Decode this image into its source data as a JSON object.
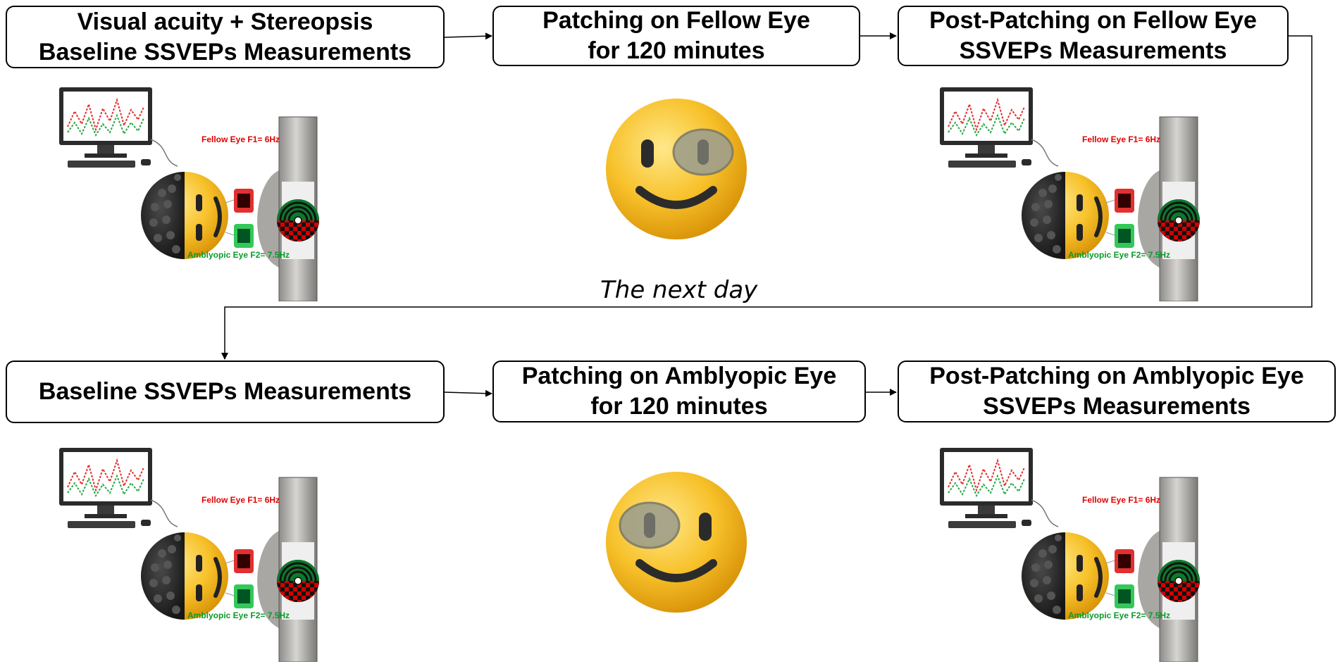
{
  "steps": {
    "s1": {
      "line1": "Visual acuity + Stereopsis",
      "line2": "Baseline SSVEPs Measurements"
    },
    "s2": {
      "line1": "Patching on Fellow Eye",
      "line2": "for 120 minutes"
    },
    "s3": {
      "line1": "Post-Patching on Fellow Eye",
      "line2": "SSVEPs Measurements"
    },
    "s4": {
      "line1": "Baseline SSVEPs Measurements"
    },
    "s5": {
      "line1": "Patching on Amblyopic Eye",
      "line2": "for 120 minutes"
    },
    "s6": {
      "line1": "Post-Patching on Amblyopic Eye",
      "line2": "SSVEPs Measurements"
    }
  },
  "transition_note": "The next day",
  "setup_labels": {
    "fellow": "Fellow Eye F1= 6Hz",
    "amblyopic": "Amblyopic Eye F2= 7.5Hz"
  },
  "colors": {
    "fellow_label": "#e00000",
    "amblyopic_label": "#0a9a2a",
    "face_yellow": "#f7c12a",
    "stimulus_red": "#d40000",
    "stimulus_green": "#0b7a2c"
  },
  "icons": {
    "setup": "ssvep-setup-icon",
    "face_patched_fellow": "smiley-eyepatch-right-icon",
    "face_patched_amblyopic": "smiley-eyepatch-left-icon"
  }
}
